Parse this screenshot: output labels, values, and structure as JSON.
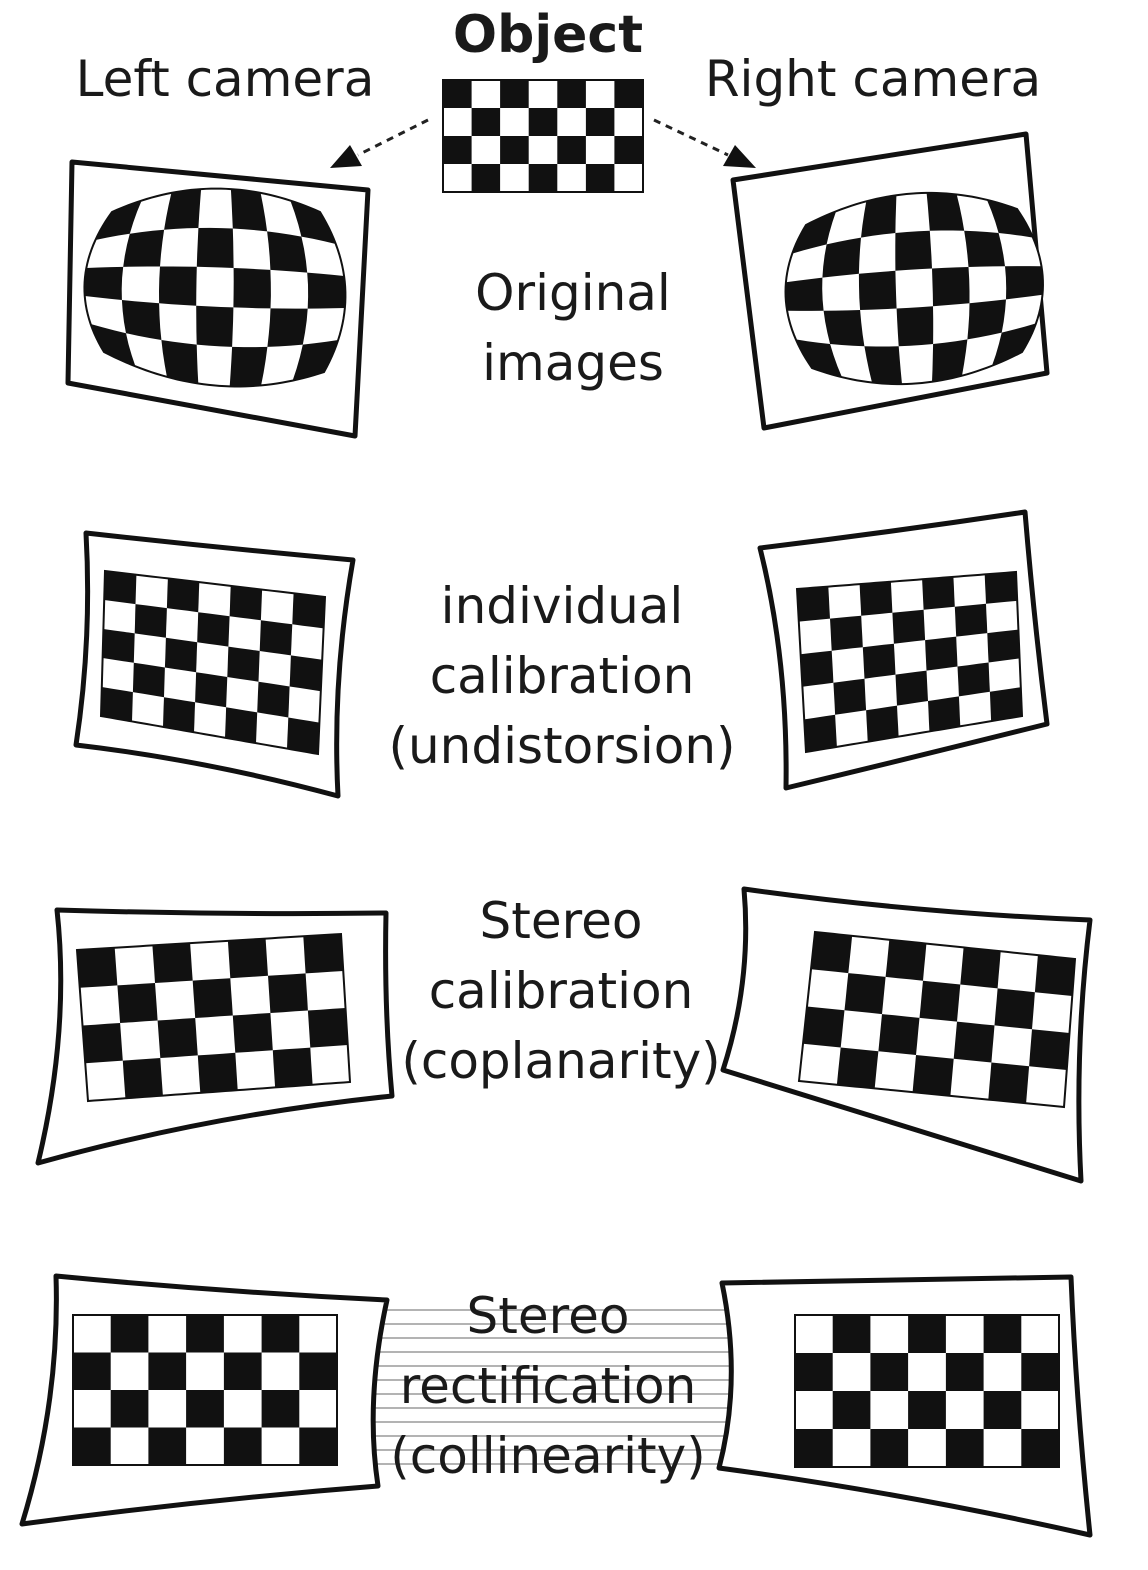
{
  "title": "Object",
  "left_header": "Left camera",
  "right_header": "Right camera",
  "stages": [
    {
      "id": "original",
      "lines": [
        "Original",
        "images"
      ]
    },
    {
      "id": "undistortion",
      "lines": [
        "individual",
        "calibration",
        "(undistorsion)"
      ]
    },
    {
      "id": "coplanarity",
      "lines": [
        "Stereo",
        "calibration",
        "(coplanarity)"
      ]
    },
    {
      "id": "collinearity",
      "lines": [
        "Stereo",
        "rectification",
        "(collinearity)"
      ]
    }
  ],
  "colors": {
    "ink": "#111111",
    "epipolar_lines": "#9a9a9a",
    "background": "#ffffff"
  }
}
